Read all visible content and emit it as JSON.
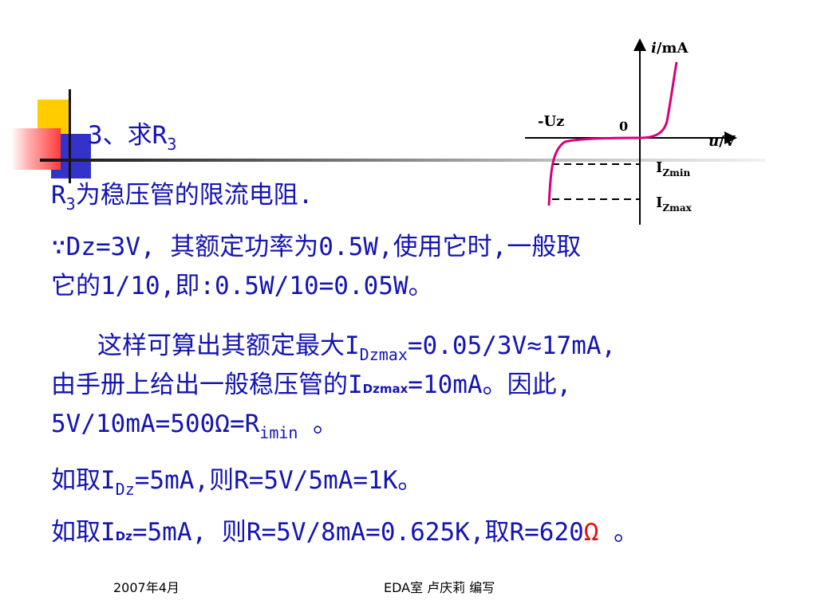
{
  "heading": {
    "num": "3、求R",
    "sub": "3"
  },
  "lines": {
    "l1_r": "R",
    "l1_sub": "3",
    "l1_rest": "为稳压管的限流电阻.",
    "l2": "∵Dz=3V, 其额定功率为0.5W,使用它时,一般取",
    "l3": "它的1/10,即:0.5W/10=0.05W。",
    "l4_pre": "这样可算出其额定最大I",
    "l4_sub": "Dzmax",
    "l4_post": "=0.05/3V≈17mA,",
    "l5_pre": "由手册上给出一般稳压管的I",
    "l5_sub": "Dzmax",
    "l5_post": "=10mA。因此,",
    "l6_pre": "5V/10mA=500Ω=R",
    "l6_sub": "imin",
    "l6_post": " 。",
    "l7_pre": "如取I",
    "l7_sub": "Dz",
    "l7_post": "=5mA,则R=5V/5mA=1K。",
    "l8_pre": "如取I",
    "l8_sub": "Dz",
    "l8_mid": "=5mA, 则R=5V/8mA=0.625K,取R=620",
    "l8_omega": "Ω",
    "l8_post": " 。"
  },
  "graph": {
    "y_axis_label_i": "i",
    "y_axis_label_unit": "/mA",
    "x_axis_label_u": "u",
    "x_axis_label_unit": "/V",
    "origin_label": "0",
    "uz_label": "-Uz",
    "izmin_label_main": "I",
    "izmin_label_sub": "Zmin",
    "izmax_label_main": "I",
    "izmax_label_sub": "Zmax",
    "curve_color": "#d6007a"
  },
  "footer": {
    "date": "2007年4月",
    "author": "EDA室   卢庆莉  编写"
  },
  "colors": {
    "text": "#1414b4",
    "accent_red": "#e01010",
    "deco_yellow": "#ffcc00",
    "deco_blue": "#3333cc"
  }
}
